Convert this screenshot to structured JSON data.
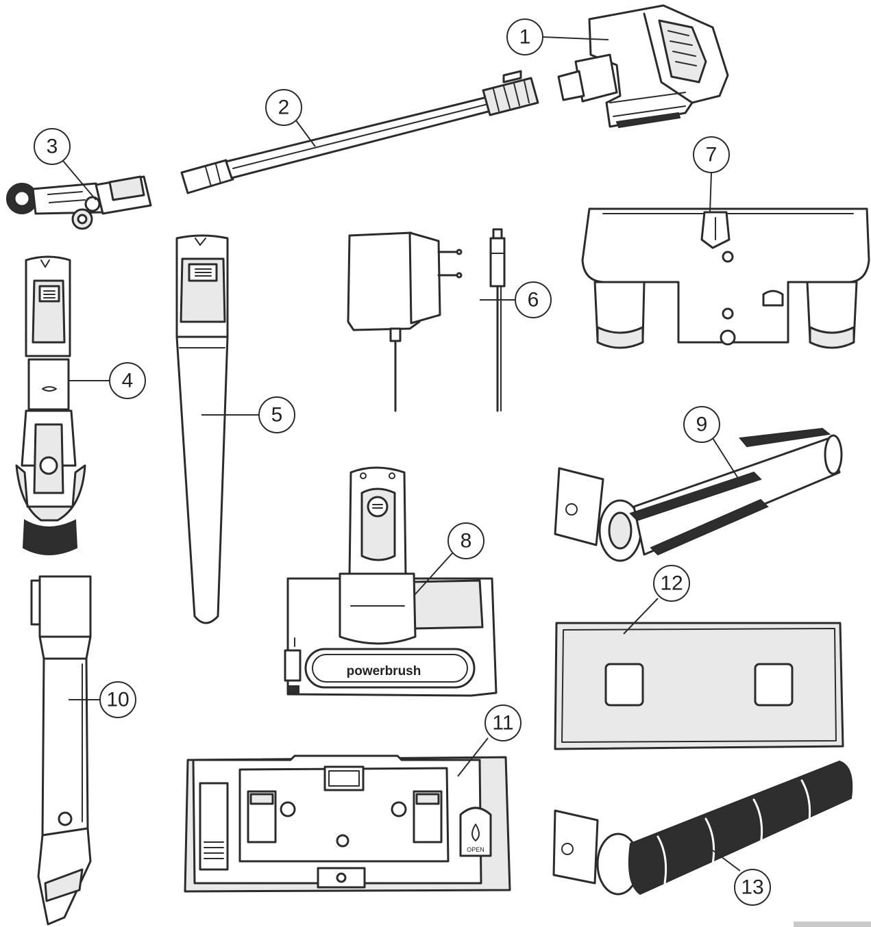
{
  "diagram": {
    "brand_label": "powerbrush",
    "open_label": "OPEN",
    "callouts": [
      {
        "id": "callout-1",
        "number": "1"
      },
      {
        "id": "callout-2",
        "number": "2"
      },
      {
        "id": "callout-3",
        "number": "3"
      },
      {
        "id": "callout-4",
        "number": "4"
      },
      {
        "id": "callout-5",
        "number": "5"
      },
      {
        "id": "callout-6",
        "number": "6"
      },
      {
        "id": "callout-7",
        "number": "7"
      },
      {
        "id": "callout-8",
        "number": "8"
      },
      {
        "id": "callout-9",
        "number": "9"
      },
      {
        "id": "callout-10",
        "number": "10"
      },
      {
        "id": "callout-11",
        "number": "11"
      },
      {
        "id": "callout-12",
        "number": "12"
      },
      {
        "id": "callout-13",
        "number": "13"
      }
    ]
  },
  "colors": {
    "stroke": "#2b2b2b",
    "background": "#ffffff",
    "shade": "#e9e9e9",
    "dark": "#2e2e2e"
  }
}
